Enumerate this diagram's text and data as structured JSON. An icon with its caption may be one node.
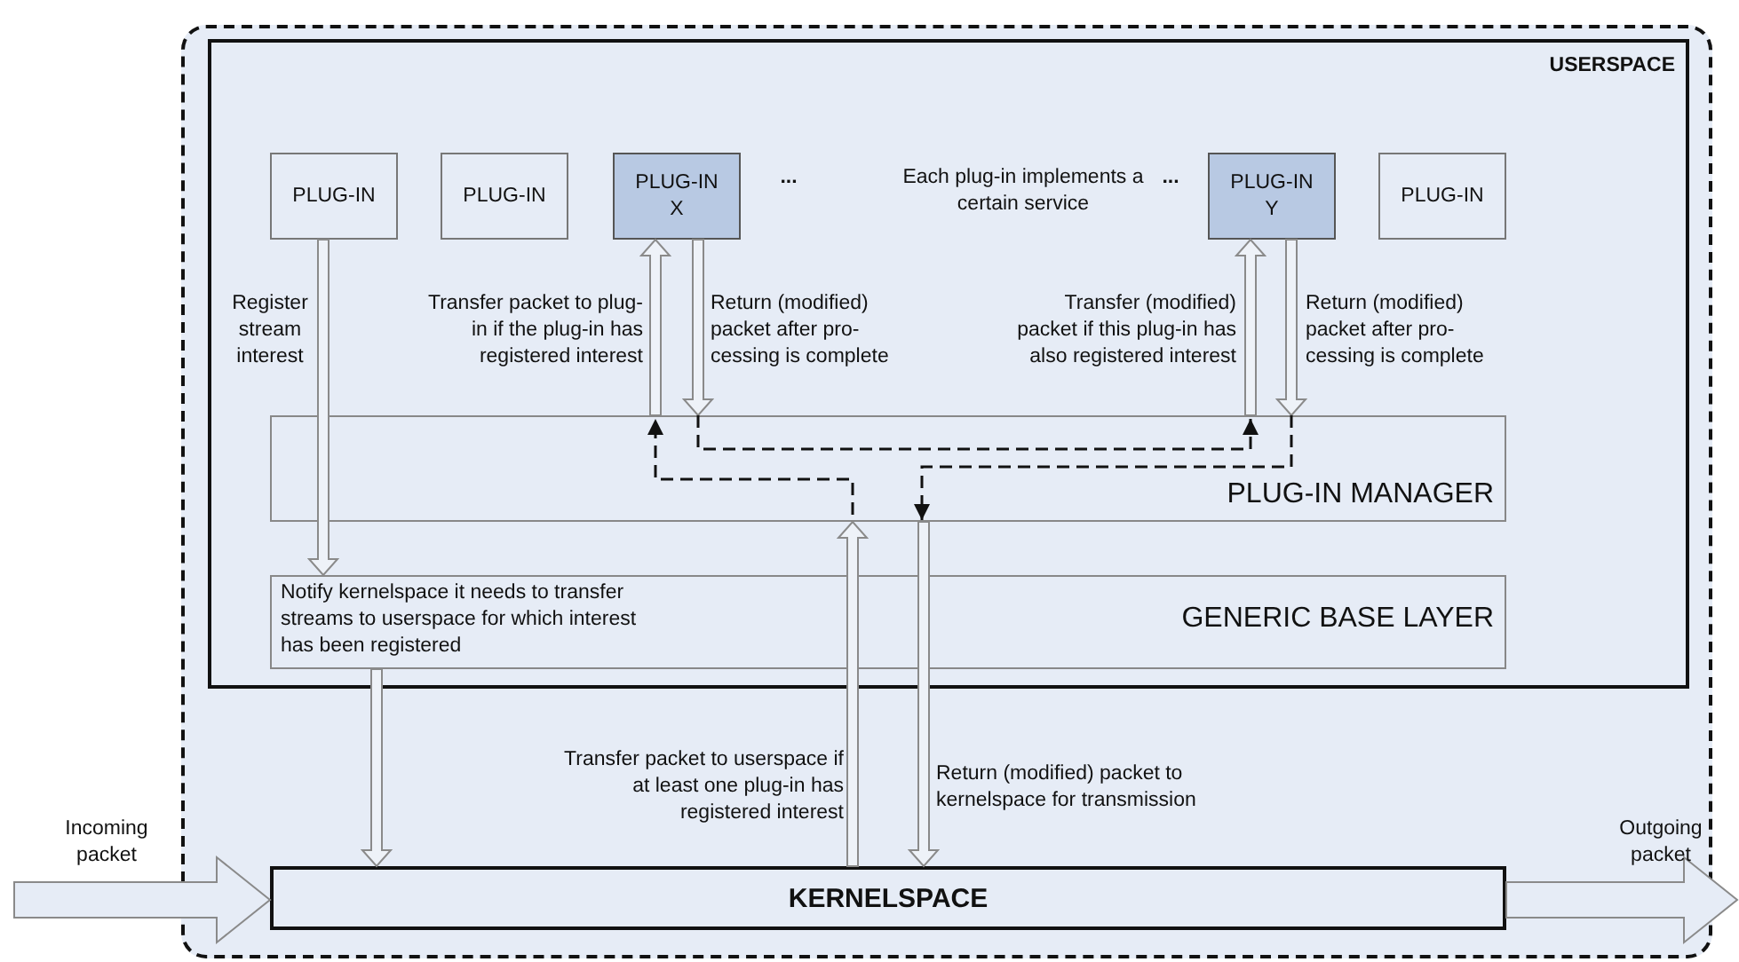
{
  "diagram": {
    "nodes": [
      {
        "text": [],
        "shape": "box"
      },
      {
        "text": [
          "USERSPACE"
        ],
        "in": 0
      },
      {
        "text": [
          "PLUG-IN"
        ],
        "in": 1
      },
      {
        "text": [
          "PLUG-IN"
        ],
        "in": 1
      },
      {
        "text": [
          "PLUG-IN X"
        ],
        "in": 1
      },
      {
        "text": [
          "PLUG-IN Y"
        ],
        "in": 1
      },
      {
        "text": [
          "PLUG-IN"
        ],
        "in": 1
      },
      {
        "text": [
          "PLUG-IN MANAGER"
        ],
        "in": 1
      },
      {
        "text": [
          "Notify kernelspace it needs to transfer streams to userspace for which interest has been registered",
          "GENERIC BASE LAYER"
        ],
        "in": 1
      },
      {
        "text": [
          "KERNELSPACE"
        ],
        "in": 0
      }
    ],
    "edges": [
      {
        "from": 2,
        "to": 8,
        "label": "Register stream interest",
        "arrow": "to"
      },
      {
        "from": 8,
        "to": 9,
        "arrow": "to"
      },
      {
        "from": 9,
        "to": 7,
        "label": "Transfer packet to userspace if at least one plug-in has registered interest",
        "arrow": "to"
      },
      {
        "from": 7,
        "to": 9,
        "label": "Return (modified) packet to kernelspace for transmission",
        "arrow": "to"
      },
      {
        "from": 7,
        "to": 4,
        "label": "Transfer packet to plug-in if the plug-in has registered interest",
        "arrow": "to"
      },
      {
        "from": 4,
        "to": 7,
        "label": "Return (modified) packet after pro-cessing is complete",
        "arrow": "to"
      },
      {
        "from": 7,
        "to": 5,
        "label": "Transfer (modified) packet if this plug-in has also registered interest",
        "arrow": "to"
      },
      {
        "from": 5,
        "to": 7,
        "label": "Return (modified) packet after pro-cessing is complete",
        "arrow": "to"
      },
      {
        "from": null,
        "to": 9,
        "label": "Incoming packet",
        "arrow": "to"
      },
      {
        "from": 9,
        "to": null,
        "label": "Outgoing packet",
        "arrow": "to"
      }
    ],
    "labels": [
      "...",
      "Each plug-in implements a certain service",
      "..."
    ]
  }
}
